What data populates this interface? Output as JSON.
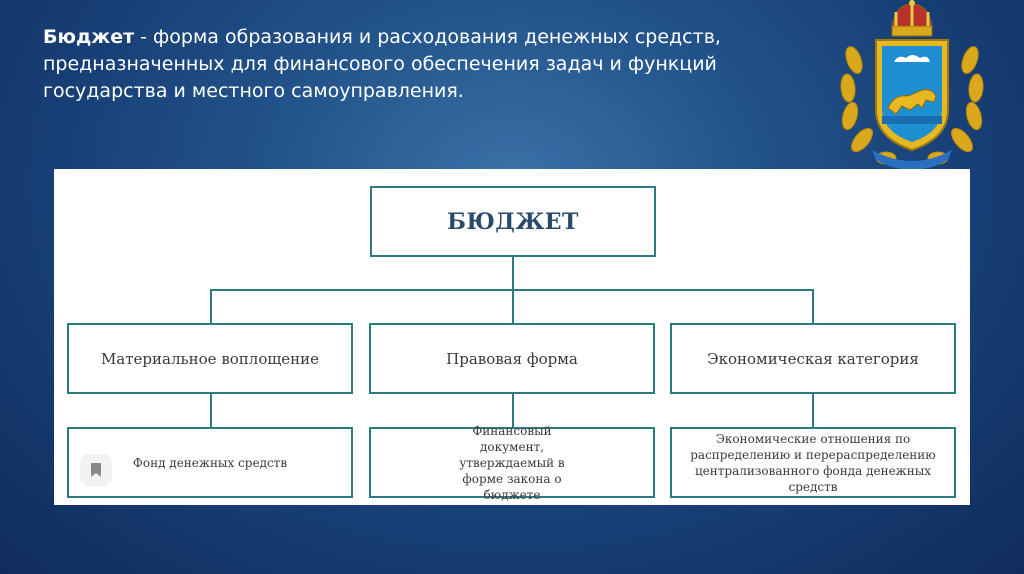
{
  "heading": {
    "term": "Бюджет",
    "definition": " - форма образования и расходования денежных средств, предназначенных для финансового обеспечения задач и функций государства и местного самоуправления."
  },
  "diagram": {
    "root": "БЮДЖЕТ",
    "categories": [
      {
        "label": "Материальное воплощение",
        "detail": "Фонд денежных средств"
      },
      {
        "label": "Правовая форма",
        "detail": "Финансовый документ, утверждаемый в форме закона о бюджете"
      },
      {
        "label": "Экономическая категория",
        "detail": "Экономические отношения по распределению и перераспределению централизованного фонда денежных средств"
      }
    ]
  },
  "colors": {
    "background": "#173e74",
    "box_border": "#2d7a80",
    "shield": "#1e8fd2",
    "gold": "#e8b820"
  },
  "icons": [
    "coat-of-arms-icon",
    "bookmark-icon"
  ]
}
